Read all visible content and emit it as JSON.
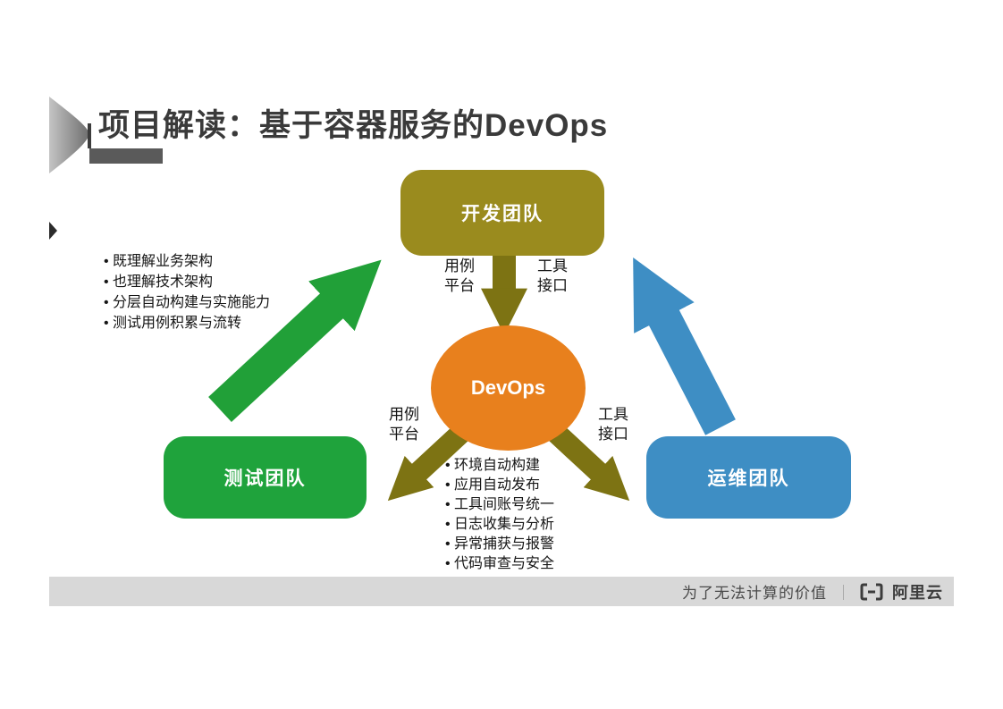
{
  "title": "项目解读：基于容器服务的DevOps",
  "nodes": {
    "dev": {
      "label": "开发团队"
    },
    "test": {
      "label": "测试团队"
    },
    "ops": {
      "label": "运维团队"
    },
    "devops": {
      "label": "DevOps"
    }
  },
  "arrow_labels": {
    "dev_left": "用例\n平台",
    "dev_right": "工具\n接口",
    "test_side": "用例\n平台",
    "ops_side": "工具\n接口"
  },
  "left_bullets": [
    "既理解业务架构",
    "也理解技术架构",
    "分层自动构建与实施能力",
    "测试用例积累与流转"
  ],
  "center_bullets": [
    "环境自动构建",
    "应用自动发布",
    "工具间账号统一",
    "日志收集与分析",
    "异常捕获与报警",
    "代码审查与安全"
  ],
  "footer": {
    "slogan": "为了无法计算的价值",
    "separator": "｜",
    "brand": "阿里云"
  },
  "colors": {
    "dev_box": "#9A8B1E",
    "test_box": "#1FA33C",
    "ops_box": "#3E8EC4",
    "devops_ellipse": "#E8801D",
    "arrow_olive": "#7D7313",
    "arrow_green": "#21A038",
    "arrow_blue": "#3E8EC4"
  }
}
